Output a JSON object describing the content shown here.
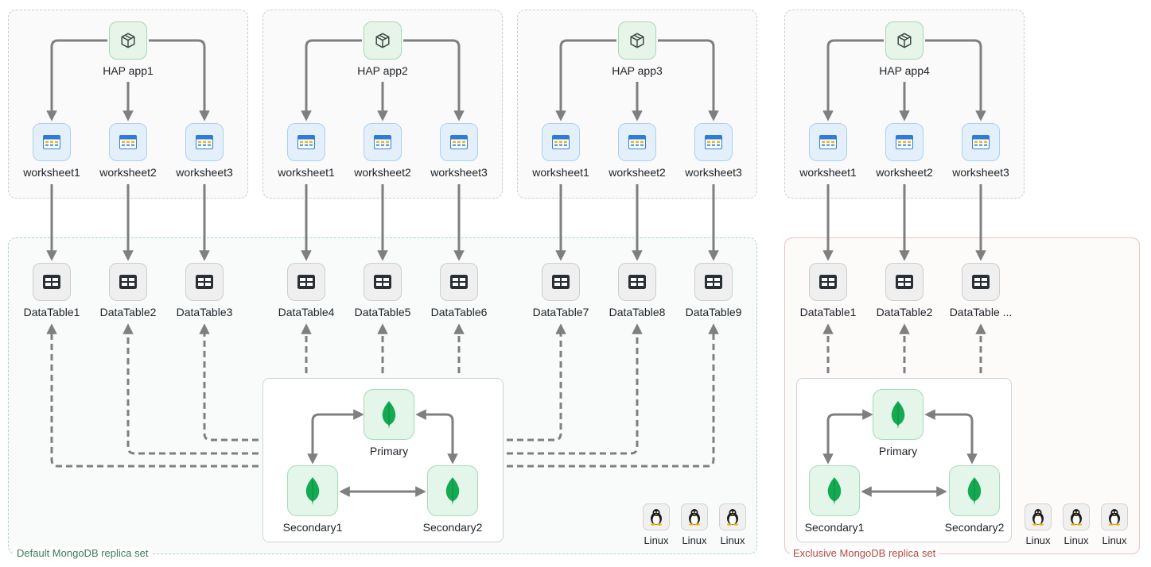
{
  "groups": [
    {
      "app": "HAP app1",
      "worksheets": [
        "worksheet1",
        "worksheet2",
        "worksheet3"
      ]
    },
    {
      "app": "HAP app2",
      "worksheets": [
        "worksheet1",
        "worksheet2",
        "worksheet3"
      ]
    },
    {
      "app": "HAP app3",
      "worksheets": [
        "worksheet1",
        "worksheet2",
        "worksheet3"
      ]
    },
    {
      "app": "HAP app4",
      "worksheets": [
        "worksheet1",
        "worksheet2",
        "worksheet3"
      ]
    }
  ],
  "default_set": {
    "label": "Default MongoDB replica set",
    "tables": [
      "DataTable1",
      "DataTable2",
      "DataTable3",
      "DataTable4",
      "DataTable5",
      "DataTable6",
      "DataTable7",
      "DataTable8",
      "DataTable9"
    ],
    "primary": "Primary",
    "secondary1": "Secondary1",
    "secondary2": "Secondary2",
    "linux": [
      "Linux",
      "Linux",
      "Linux"
    ]
  },
  "exclusive_set": {
    "label": "Exclusive MongoDB replica set",
    "tables": [
      "DataTable1",
      "DataTable2",
      "DataTable ..."
    ],
    "primary": "Primary",
    "secondary1": "Secondary1",
    "secondary2": "Secondary2",
    "linux": [
      "Linux",
      "Linux",
      "Linux"
    ]
  },
  "colors": {
    "default_label": "#3d7a5c",
    "exclusive_label": "#b34a45",
    "connector": "#7f7f7f",
    "mongo_leaf": "#13aa52"
  },
  "icons": {
    "app": "cube-icon",
    "worksheet": "worksheet-grid-icon",
    "datatable": "table-icon",
    "mongodb": "mongodb-leaf-icon",
    "linux": "linux-penguin-icon"
  }
}
